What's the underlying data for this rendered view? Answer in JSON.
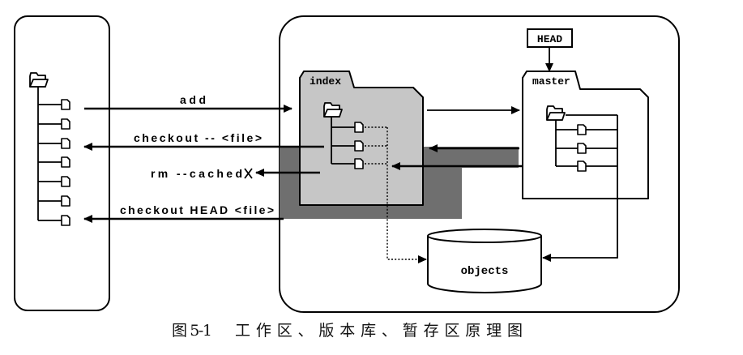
{
  "diagram": {
    "operations": {
      "add": "add",
      "checkout_file": "checkout -- <file>",
      "rm_cached": "rm --cached",
      "checkout_head_file": "checkout HEAD <file>"
    },
    "areas": {
      "index": "index",
      "master": "master",
      "head": "HEAD",
      "objects": "objects"
    }
  },
  "caption": {
    "figure_number": "图 5-1",
    "title": "工作区、版本库、暂存区原理图"
  },
  "icons": {
    "folder": "folder-icon",
    "file": "file-icon",
    "removed_mark": "cross-icon"
  },
  "colors": {
    "background": "#ffffff",
    "stroke": "#000000",
    "index_fill": "#c6c6c6",
    "shadow_fill": "#6f6f6f"
  }
}
